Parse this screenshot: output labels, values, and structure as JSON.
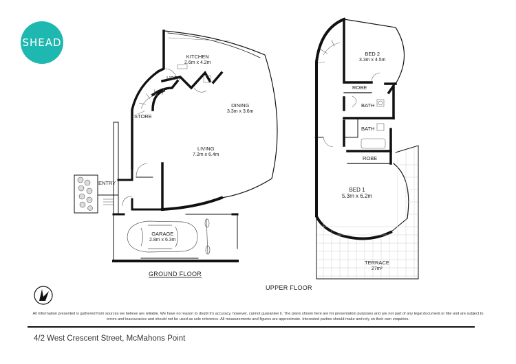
{
  "brand": {
    "logo_text": "SHEAD",
    "logo_color": "#1fb8b0"
  },
  "ground_floor": {
    "title": "GROUND FLOOR",
    "rooms": [
      {
        "name": "KITCHEN",
        "dim": "2.6m x 4.2m"
      },
      {
        "name": "L'DRY",
        "dim": ""
      },
      {
        "name": "DINING",
        "dim": "3.3m x 3.6m"
      },
      {
        "name": "STORE",
        "dim": ""
      },
      {
        "name": "LIVING",
        "dim": "7.2m x 6.4m"
      },
      {
        "name": "ENTRY",
        "dim": ""
      },
      {
        "name": "GARAGE",
        "dim": "2.8m x 6.3m"
      }
    ]
  },
  "upper_floor": {
    "title": "UPPER FLOOR",
    "rooms": [
      {
        "name": "BED 2",
        "dim": "3.3m x 4.5m"
      },
      {
        "name": "ROBE",
        "dim": ""
      },
      {
        "name": "BATH",
        "dim": ""
      },
      {
        "name": "BATH",
        "dim": ""
      },
      {
        "name": "ROBE",
        "dim": ""
      },
      {
        "name": "BED 1",
        "dim": "5.3m x 6.2m"
      },
      {
        "name": "TERRACE",
        "dim": "27m²"
      }
    ]
  },
  "disclaimer": "All information presented is gathered from sources we believe are reliable. We have no reason to doubt it's accuracy, however, cannot guarantee it. The plans shown here are for presentation purposes and are not part of any legal document or title and are subject to errors and inaccuracies and should not be used as sole reference. All measurements and figures are approximate. Interested parties should make and rely on their own enquiries.",
  "address": "4/2 West Crescent Street, McMahons Point"
}
